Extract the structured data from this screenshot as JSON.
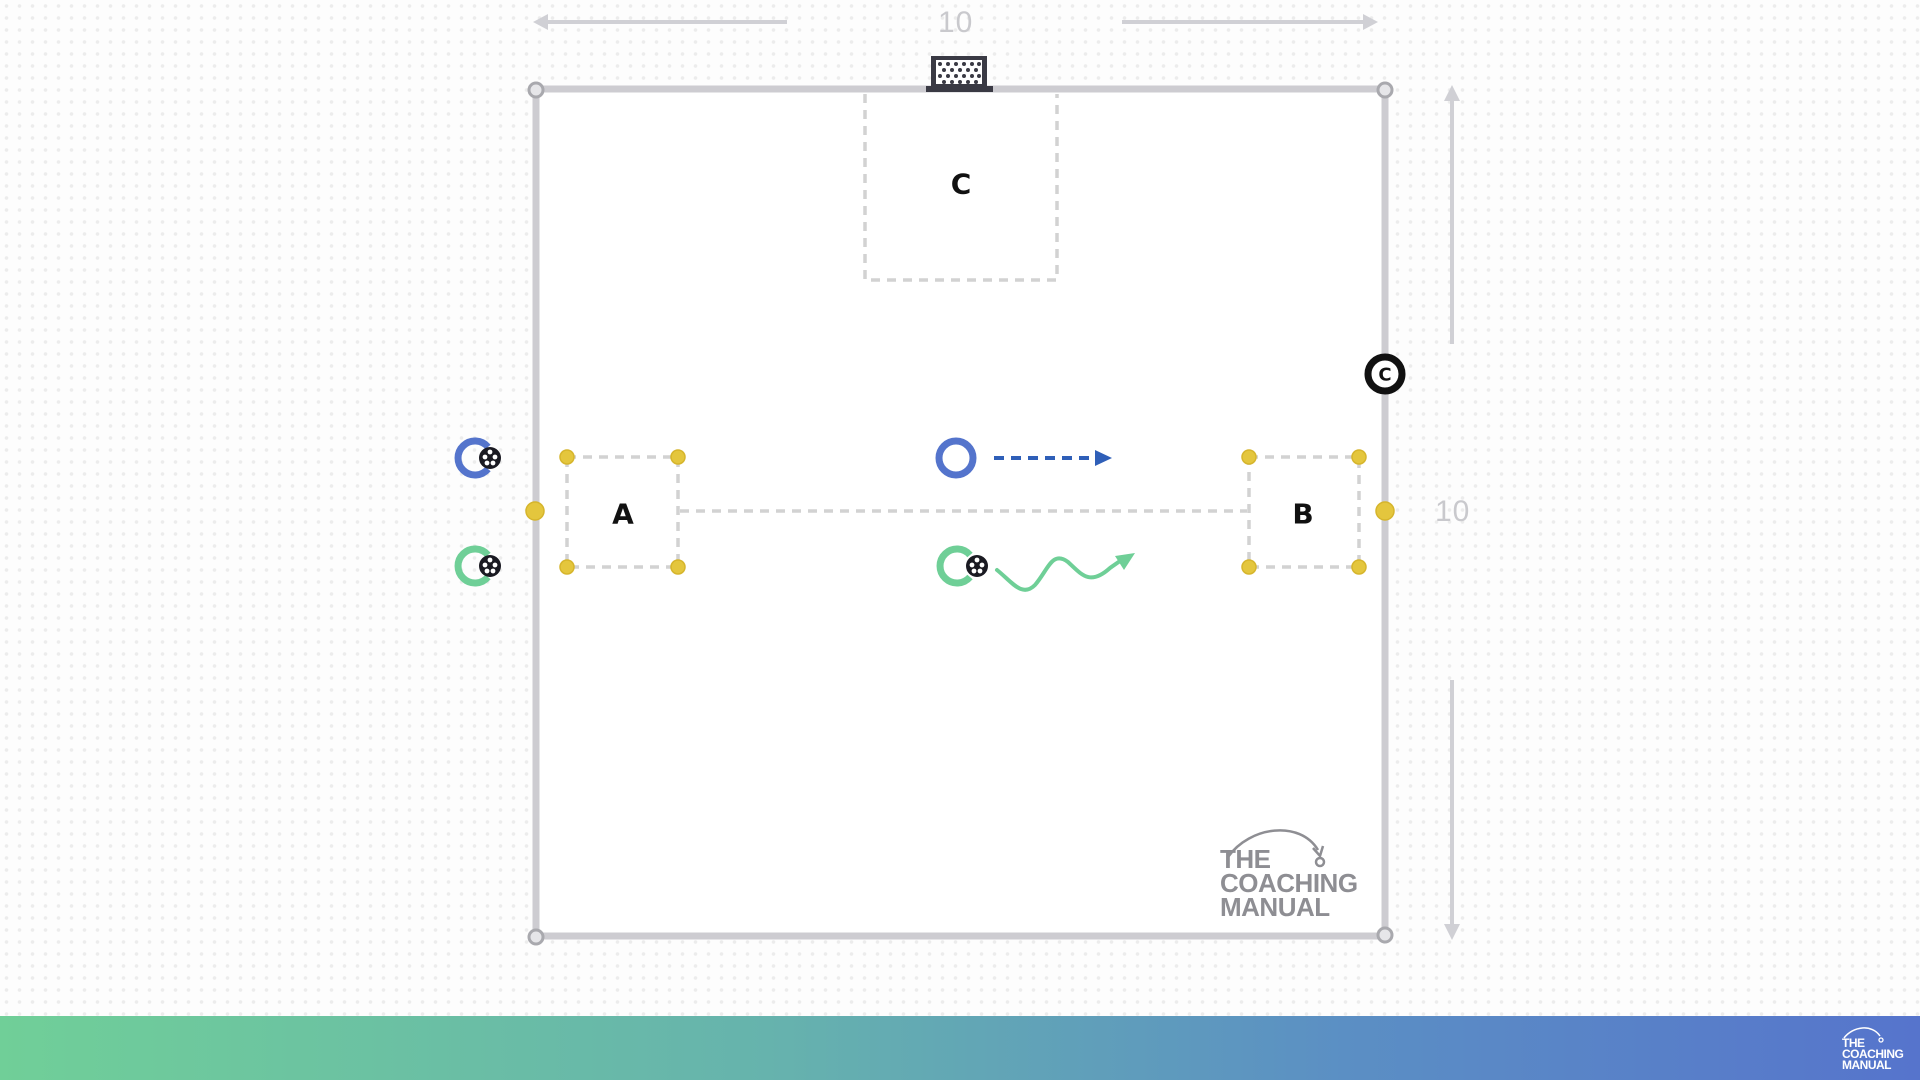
{
  "diagram": {
    "type": "soccer-drill-setup",
    "dimensions": {
      "width_label": "10",
      "height_label": "10"
    },
    "zones": [
      {
        "id": "A",
        "label": "A"
      },
      {
        "id": "B",
        "label": "B"
      },
      {
        "id": "C",
        "label": "C"
      }
    ],
    "coach_marker": {
      "label": "C"
    },
    "players": [
      {
        "team": "blue",
        "has_ball": true,
        "position": "left-outside-top"
      },
      {
        "team": "green",
        "has_ball": true,
        "position": "left-outside-bottom"
      },
      {
        "team": "blue",
        "has_ball": false,
        "position": "center",
        "movement": "run-dashed-arrow"
      },
      {
        "team": "green",
        "has_ball": true,
        "position": "center",
        "movement": "dribble-wavy-arrow"
      }
    ],
    "colors": {
      "blue_team": "#5474cc",
      "green_team": "#6fcf97",
      "cone": "#e4c63d",
      "boundary": "#cdccd1",
      "dashed_zone": "#d2d2d2",
      "run_arrow": "#2f5fb8",
      "goal": "#3a3a44"
    }
  },
  "branding": {
    "field_logo": {
      "line1": "THE",
      "line2": "COACHING",
      "line3": "MANUAL"
    },
    "footer_logo": {
      "line1": "THE",
      "line2": "COACHING",
      "line3": "MANUAL"
    },
    "footer_gradient": {
      "start": "#70cf98",
      "end": "#5674cc"
    }
  }
}
